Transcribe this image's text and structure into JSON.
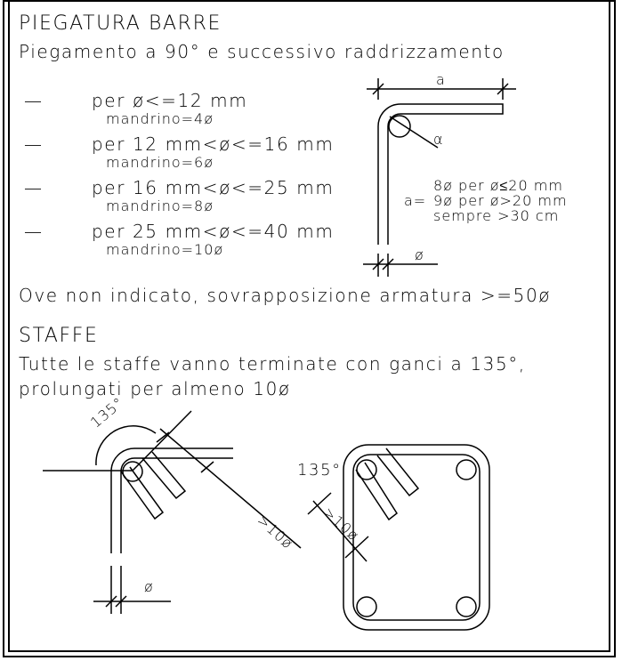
{
  "section1": {
    "title": "PIEGATURA BARRE",
    "subtitle": "Piegamento a 90° e successivo raddrizzamento",
    "rules": [
      {
        "dash": "—",
        "range": "per ø<=12 mm",
        "mandrel": "mandrino=4ø"
      },
      {
        "dash": "—",
        "range": "per 12 mm<ø<=16 mm",
        "mandrel": "mandrino=6ø"
      },
      {
        "dash": "—",
        "range": "per 16 mm<ø<=25 mm",
        "mandrel": "mandrino=8ø"
      },
      {
        "dash": "—",
        "range": "per 25 mm<ø<=40 mm",
        "mandrel": "mandrino=10ø"
      }
    ],
    "overlap_note": "Ove non indicato, sovrapposizione armatura >=50ø"
  },
  "bend_diagram": {
    "dim_a": "a",
    "dim_alpha": "α",
    "dim_phi": "ø",
    "a_prefix": "a=",
    "a_values": [
      "8ø per ø≤20 mm",
      "9ø per ø>20 mm",
      "sempre >30 cm"
    ]
  },
  "section2": {
    "title": "STAFFE",
    "line1": "Tutte le staffe vanno terminate con ganci a 135°,",
    "line2": "prolungati per almeno 10ø"
  },
  "hook_diagram": {
    "angle": "135°",
    "length": ">10ø",
    "phi": "ø"
  },
  "stirrup_diagram": {
    "angle": "135°",
    "length": ">10ø"
  }
}
